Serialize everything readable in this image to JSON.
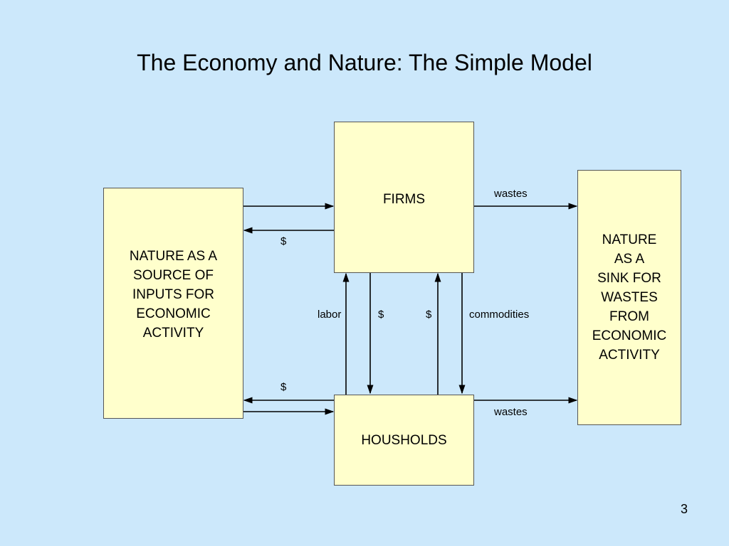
{
  "slide": {
    "title": "The Economy and Nature: The Simple Model",
    "page_number": "3"
  },
  "boxes": {
    "firms": "FIRMS",
    "households": "HOUSHOLDS",
    "nature_source": "NATURE AS A\nSOURCE OF\nINPUTS FOR\nECONOMIC\nACTIVITY",
    "nature_sink": "NATURE\nAS A\nSINK FOR\nWASTES\nFROM\nECONOMIC\nACTIVITY"
  },
  "labels": {
    "firms_wastes": "wastes",
    "households_wastes": "wastes",
    "dollar_to_nature_from_firms": "$",
    "dollar_to_nature_from_households": "$",
    "labor": "labor",
    "dollar_wages": "$",
    "dollar_purchases": "$",
    "commodities": "commodities"
  },
  "colors": {
    "background": "#cce8fb",
    "box_fill": "#ffffcc",
    "arrow": "#000000"
  }
}
